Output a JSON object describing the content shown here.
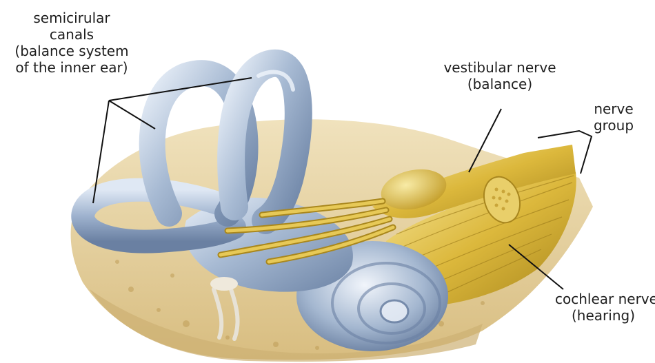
{
  "labels": {
    "semicircular": [
      "semicirular",
      "canals",
      "(balance system",
      "of the inner ear)"
    ],
    "vestibular": [
      "vestibular nerve",
      "(balance)"
    ],
    "group": [
      "nerve",
      "group"
    ],
    "cochlear": [
      "cochlear nerve",
      "(hearing)"
    ]
  },
  "colors": {
    "bone": "#e3cf9a",
    "bone_shadow": "#c9ad6e",
    "labyrinth": "#a9bcd4",
    "labyrinth_dark": "#6d84a6",
    "labyrinth_light": "#e4ecf6",
    "nerve": "#d9b63a",
    "nerve_dark": "#a9871d",
    "nerve_light": "#f4e38e",
    "leader_line": "#111111"
  }
}
